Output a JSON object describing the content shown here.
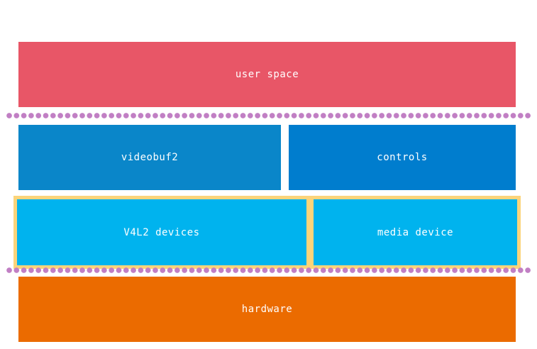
{
  "diagram": {
    "blocks": {
      "user_space": {
        "label": "user space",
        "color": "#e85667"
      },
      "videobuf2": {
        "label": "videobuf2",
        "color": "#0a86c9"
      },
      "controls": {
        "label": "controls",
        "color": "#007dce"
      },
      "v4l2_devices": {
        "label": "V4L2 devices",
        "color": "#00b3ee"
      },
      "media_device": {
        "label": "media device",
        "color": "#00b3ee"
      },
      "hardware": {
        "label": "hardware",
        "color": "#eb6b00"
      }
    },
    "colors": {
      "dots": "#c17fc4",
      "frame": "#fbd47a"
    }
  }
}
